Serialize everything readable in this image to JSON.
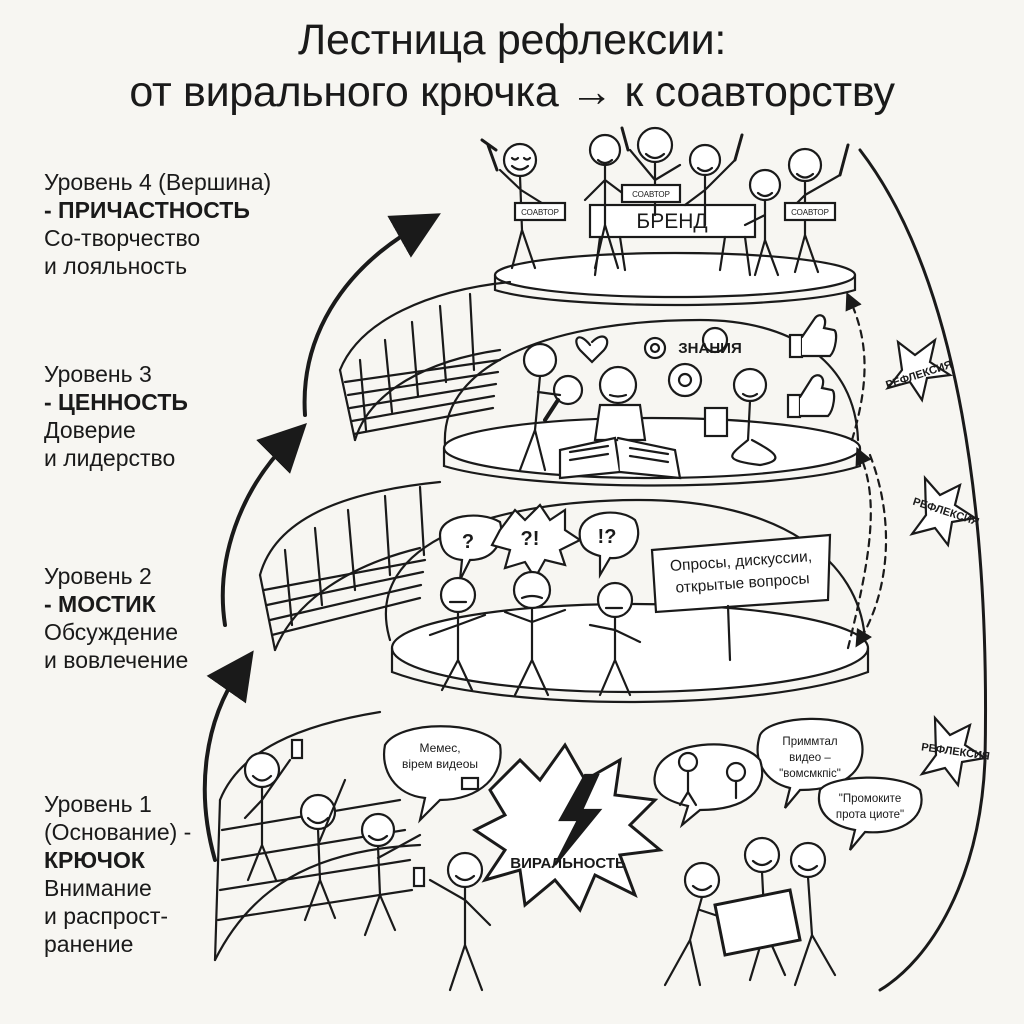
{
  "title": {
    "line1": "Лестница рефлексии:",
    "line2": "от вирального крючка → к соавторству"
  },
  "levels": [
    {
      "heading": "Уровень 4 (Вершина)",
      "name": "- ПРИЧАСТНОСТЬ",
      "desc1": "Со-творчество",
      "desc2": "и лояльность"
    },
    {
      "heading": "Уровень 3",
      "name": "- ЦЕННОСТЬ",
      "desc1": "Доверие",
      "desc2": "и лидерство"
    },
    {
      "heading": "Уровень 2",
      "name": "- МОСТИК",
      "desc1": "Обсуждение",
      "desc2": "и вовлечение"
    },
    {
      "heading1": "Уровень 1",
      "heading2": "(Основание) -",
      "name": "КРЮЧОК",
      "desc1": "Внимание",
      "desc2": "и распрост-",
      "desc3": "ранение"
    }
  ],
  "top": {
    "brand": "БРЕНД",
    "badges": [
      "СОАВТОР",
      "СОАВТОР",
      "СОАВТОР"
    ]
  },
  "level3_scene": {
    "knowledge": "ЗНАНИЯ"
  },
  "level2_scene": {
    "sign_line1": "Опросы, дискуссии,",
    "sign_line2": "открытые вопросы",
    "bubbles": [
      "?",
      "?!",
      "!?"
    ]
  },
  "level1_scene": {
    "virality": "ВИРАЛЬНОСТЬ",
    "bubble_memes_line1": "Мемес,",
    "bubble_memes_line2": "вірем видеоы",
    "bubble_right_line1": "Приммтал",
    "bubble_right_line2": "видео –",
    "bubble_right_line3": "\"вомсмкпіс\"",
    "bubble_right2_line1": "\"Промоките",
    "bubble_right2_line2": "прота циоте\""
  },
  "reflection_stars": [
    "РЕФЛЕКСИЯ",
    "РЕФЛЕКСИЯ",
    "РЕФЛЕКСИЯ"
  ],
  "colors": {
    "ink": "#1a1a1a",
    "paper": "#f7f6f2",
    "shade": "#bdbdbd"
  }
}
